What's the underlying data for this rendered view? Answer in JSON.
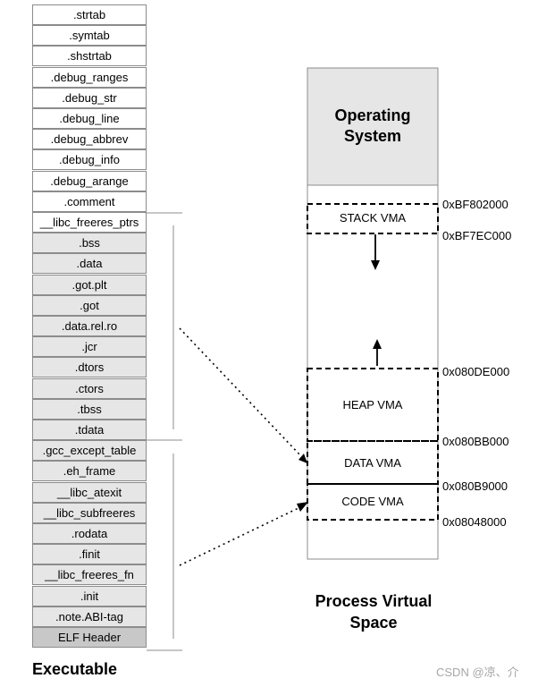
{
  "executable": {
    "label": "Executable",
    "sections": [
      {
        "name": ".strtab",
        "shade": "white"
      },
      {
        "name": ".symtab",
        "shade": "white"
      },
      {
        "name": ".shstrtab",
        "shade": "white"
      },
      {
        "name": ".debug_ranges",
        "shade": "white"
      },
      {
        "name": ".debug_str",
        "shade": "white"
      },
      {
        "name": ".debug_line",
        "shade": "white"
      },
      {
        "name": ".debug_abbrev",
        "shade": "white"
      },
      {
        "name": ".debug_info",
        "shade": "white"
      },
      {
        "name": ".debug_arange",
        "shade": "white"
      },
      {
        "name": ".comment",
        "shade": "white"
      },
      {
        "name": "__libc_freeres_ptrs",
        "shade": "white"
      },
      {
        "name": ".bss",
        "shade": "gray"
      },
      {
        "name": ".data",
        "shade": "gray"
      },
      {
        "name": ".got.plt",
        "shade": "gray"
      },
      {
        "name": ".got",
        "shade": "gray"
      },
      {
        "name": ".data.rel.ro",
        "shade": "gray"
      },
      {
        "name": ".jcr",
        "shade": "gray"
      },
      {
        "name": ".dtors",
        "shade": "gray"
      },
      {
        "name": ".ctors",
        "shade": "gray"
      },
      {
        "name": ".tbss",
        "shade": "gray"
      },
      {
        "name": ".tdata",
        "shade": "gray"
      },
      {
        "name": ".gcc_except_table",
        "shade": "gray"
      },
      {
        "name": ".eh_frame",
        "shade": "gray"
      },
      {
        "name": "__libc_atexit",
        "shade": "gray"
      },
      {
        "name": "__libc_subfreeres",
        "shade": "gray"
      },
      {
        "name": ".rodata",
        "shade": "gray"
      },
      {
        "name": ".finit",
        "shade": "gray"
      },
      {
        "name": "__libc_freeres_fn",
        "shade": "gray"
      },
      {
        "name": ".init",
        "shade": "gray"
      },
      {
        "name": ".note.ABI-tag",
        "shade": "gray"
      },
      {
        "name": "ELF Header",
        "shade": "dark"
      }
    ]
  },
  "process_space": {
    "label": "Process Virtual Space",
    "os_label": "Operating System",
    "vmas": {
      "stack": "STACK VMA",
      "heap": "HEAP VMA",
      "data": "DATA VMA",
      "code": "CODE VMA"
    },
    "addresses": {
      "stack_top": "0xBF802000",
      "stack_bottom": "0xBF7EC000",
      "heap_top": "0x080DE000",
      "data_top": "0x080BB000",
      "code_top": "0x080B9000",
      "code_bottom": "0x08048000"
    }
  },
  "watermark": "CSDN @凉、介",
  "colors": {
    "white_section": "#ffffff",
    "gray_section": "#e6e6e6",
    "dark_section": "#c8c8c8",
    "os_block": "#e6e6e6",
    "border": "#8c8c8c"
  }
}
